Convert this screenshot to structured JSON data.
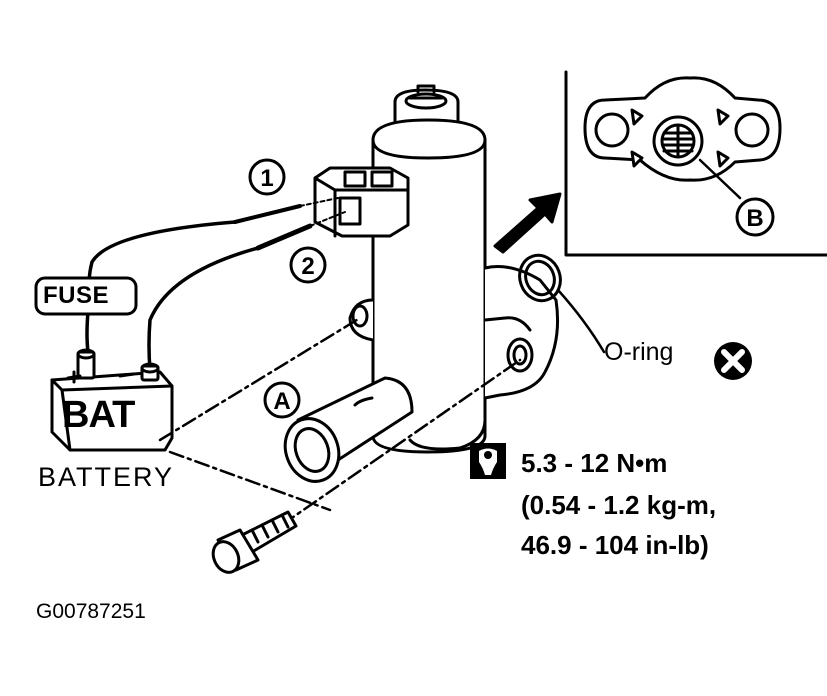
{
  "labels": {
    "callout_1": "1",
    "callout_2": "2",
    "callout_a": "A",
    "callout_b": "B",
    "fuse": "FUSE",
    "bat": "BAT",
    "battery": "BATTERY",
    "o_ring": "O-ring"
  },
  "torque": {
    "line1": "5.3 - 12 N•m",
    "line2": "(0.54 - 1.2 kg-m,",
    "line3": "46.9 - 104 in-lb)"
  },
  "figure_id": "G00787251",
  "icons": {
    "o_ring_replace": "x-in-circle-icon",
    "torque": "torque-wrench-icon"
  },
  "colors": {
    "ink": "#000000",
    "paper": "#ffffff"
  }
}
